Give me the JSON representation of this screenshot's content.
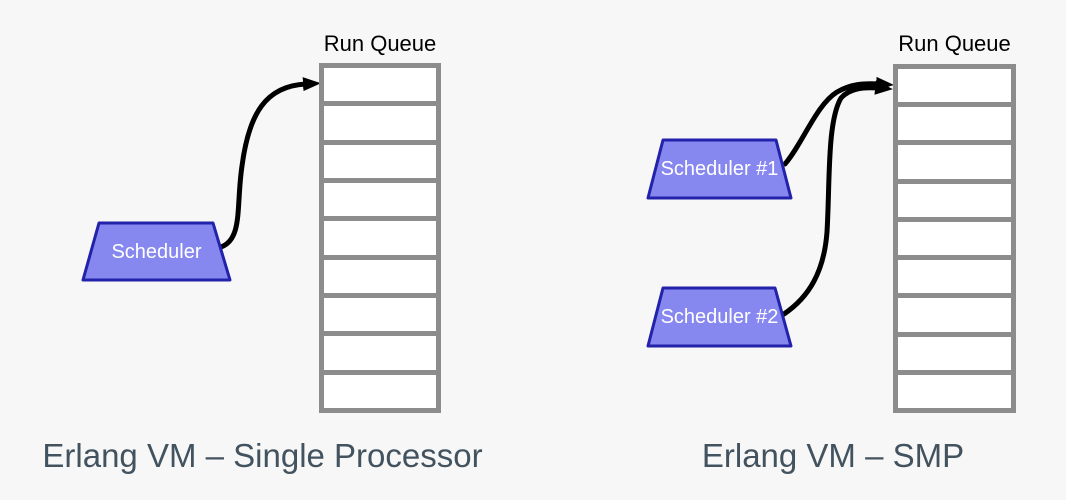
{
  "colors": {
    "background": "#f7f7f7",
    "trapezoid_fill": "#8787f0",
    "trapezoid_border": "#2222aa",
    "queue_border": "#8c8c8c",
    "queue_cell_fill": "#ffffff",
    "queue_label_text": "#000000",
    "scheduler_text": "#ffffff",
    "arrow": "#000000",
    "caption_text": "#42535f"
  },
  "panels": [
    {
      "caption": "Erlang VM – Single Processor",
      "queue_label": "Run Queue",
      "queue_cells": 9,
      "schedulers": [
        {
          "label": "Scheduler"
        }
      ]
    },
    {
      "caption": "Erlang VM – SMP",
      "queue_label": "Run Queue",
      "queue_cells": 9,
      "schedulers": [
        {
          "label": "Scheduler #1"
        },
        {
          "label": "Scheduler #2"
        }
      ]
    }
  ]
}
